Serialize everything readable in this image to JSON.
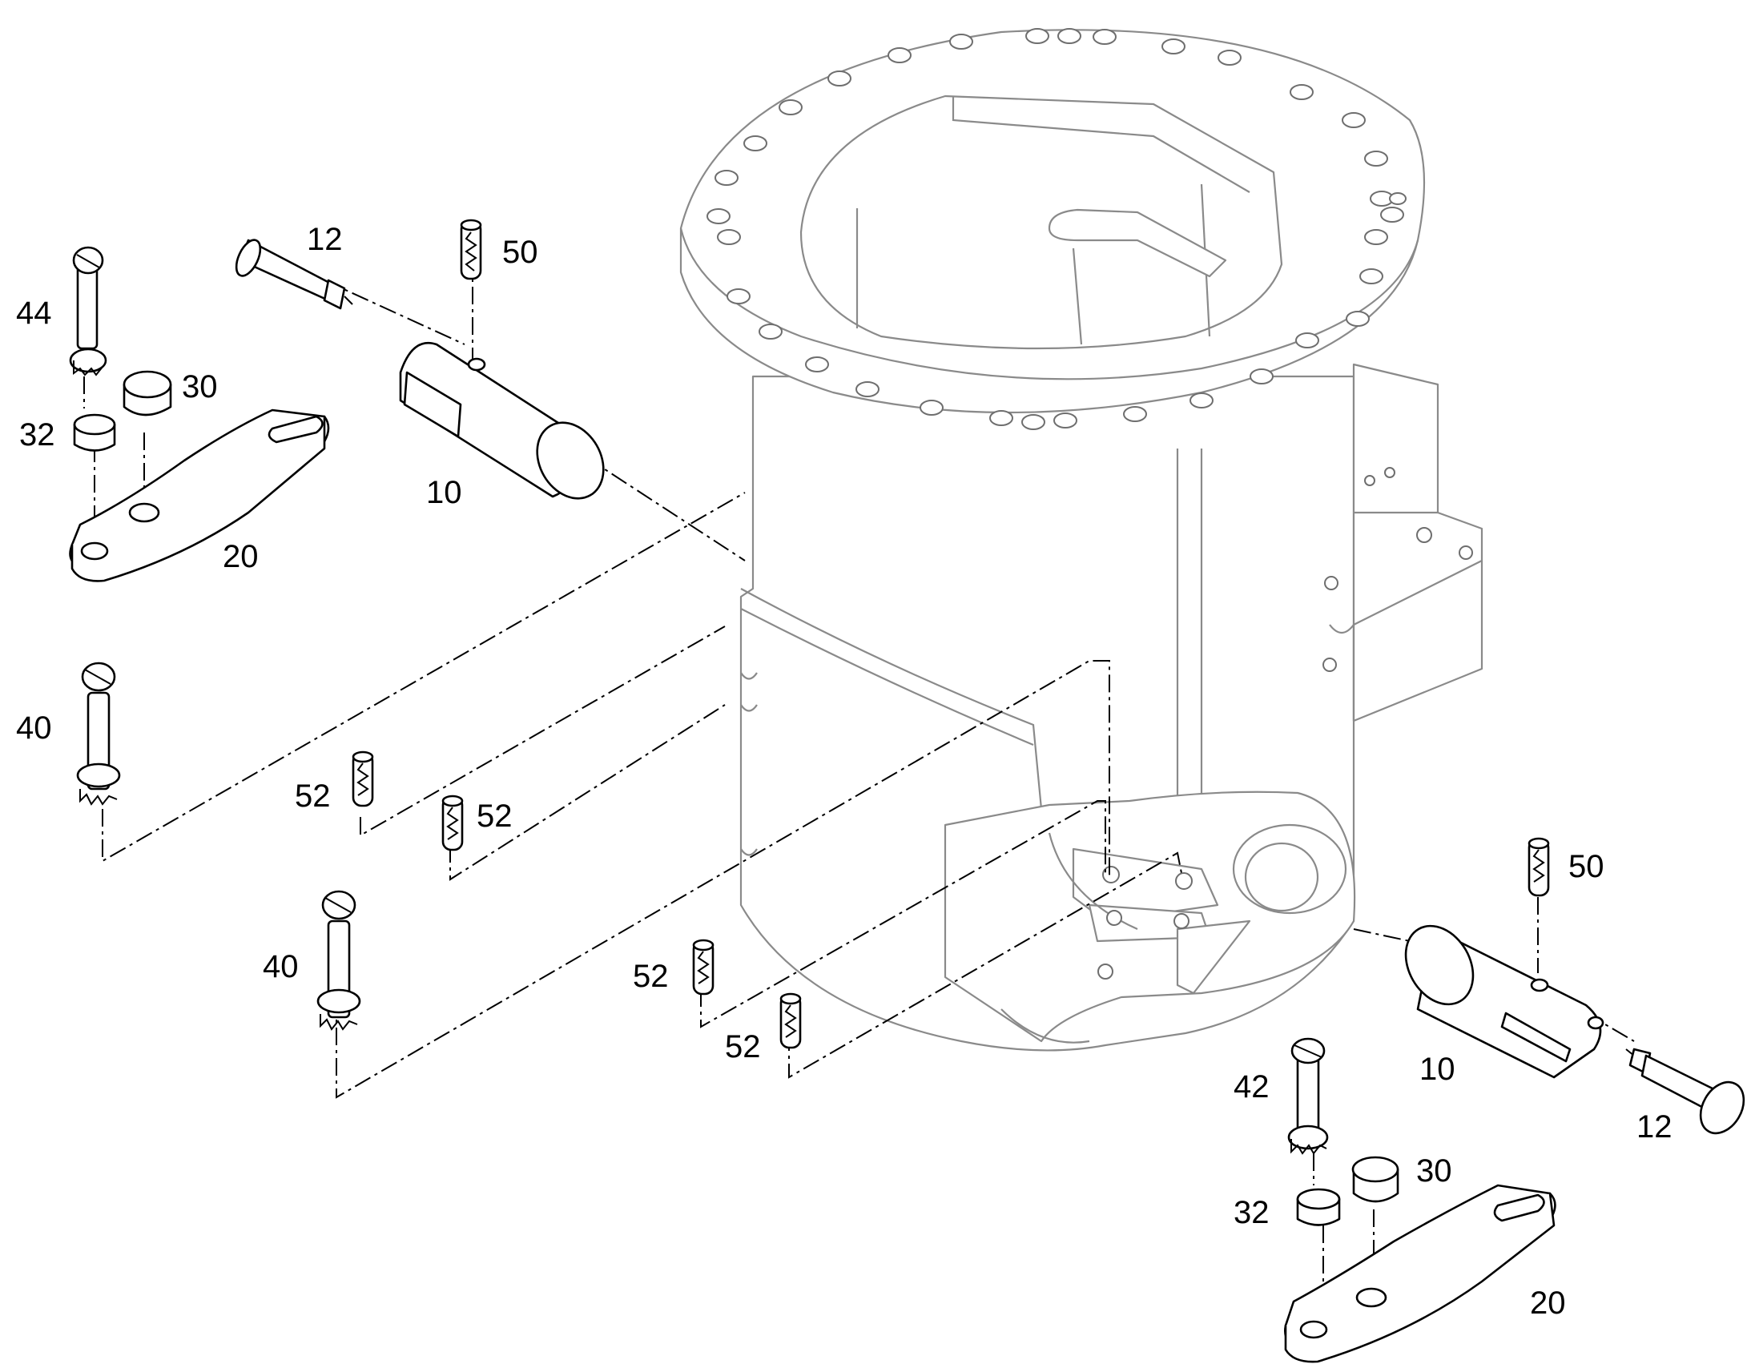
{
  "callouts": {
    "c12_top": "12",
    "c50_top": "50",
    "c44": "44",
    "c30_left": "30",
    "c32_left": "32",
    "c10_left": "10",
    "c20_left": "20",
    "c40_upper": "40",
    "c52_a": "52",
    "c52_b": "52",
    "c40_lower": "40",
    "c52_c": "52",
    "c52_d": "52",
    "c50_right": "50",
    "c10_right": "10",
    "c42": "42",
    "c12_right": "12",
    "c30_right": "30",
    "c32_right": "32",
    "c20_right": "20"
  },
  "style": {
    "line_color": "#000000",
    "housing_color": "#8a8a8a",
    "background": "#ffffff"
  }
}
